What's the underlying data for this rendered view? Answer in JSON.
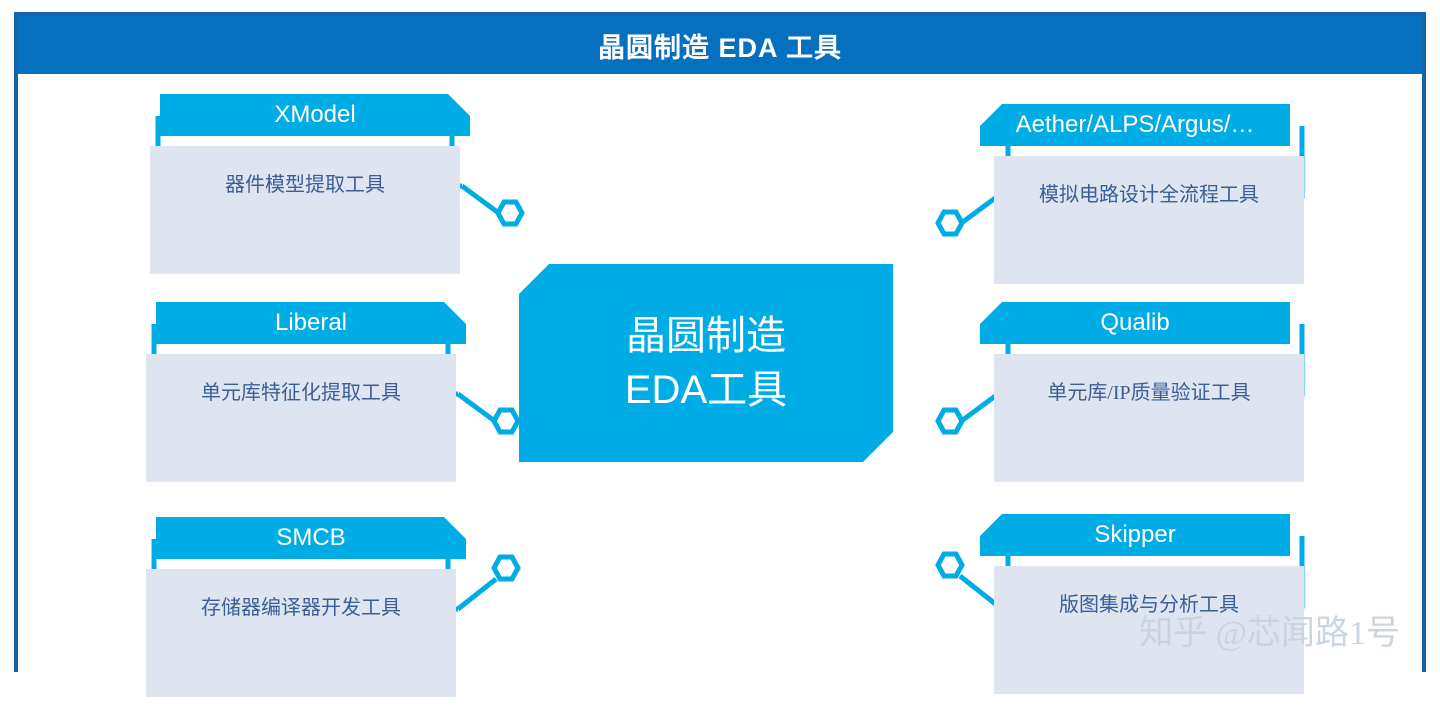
{
  "header": {
    "title": "晶圆制造 EDA 工具"
  },
  "hub": {
    "line1": "晶圆制造",
    "line2": "EDA工具"
  },
  "colors": {
    "header_blue": "#0570C0",
    "frame_blue": "#1565AD",
    "card_bar_blue": "#00ACE5",
    "card_body_fill": "#DEE5F0",
    "card_body_text": "#3A5E96",
    "accent_line": "#00ACE5"
  },
  "cards": [
    {
      "side": "left",
      "name": "XModel",
      "description": "器件模型提取工具"
    },
    {
      "side": "left",
      "name": "Liberal",
      "description": "单元库特征化提取工具"
    },
    {
      "side": "left",
      "name": "SMCB",
      "description": "存储器编译器开发工具"
    },
    {
      "side": "right",
      "name": "Aether/ALPS/Argus/…",
      "description": "模拟电路设计全流程工具"
    },
    {
      "side": "right",
      "name": "Qualib",
      "description": "单元库/IP质量验证工具"
    },
    {
      "side": "right",
      "name": "Skipper",
      "description": "版图集成与分析工具"
    }
  ],
  "watermark": {
    "text": "知乎 @芯闻路1号"
  }
}
